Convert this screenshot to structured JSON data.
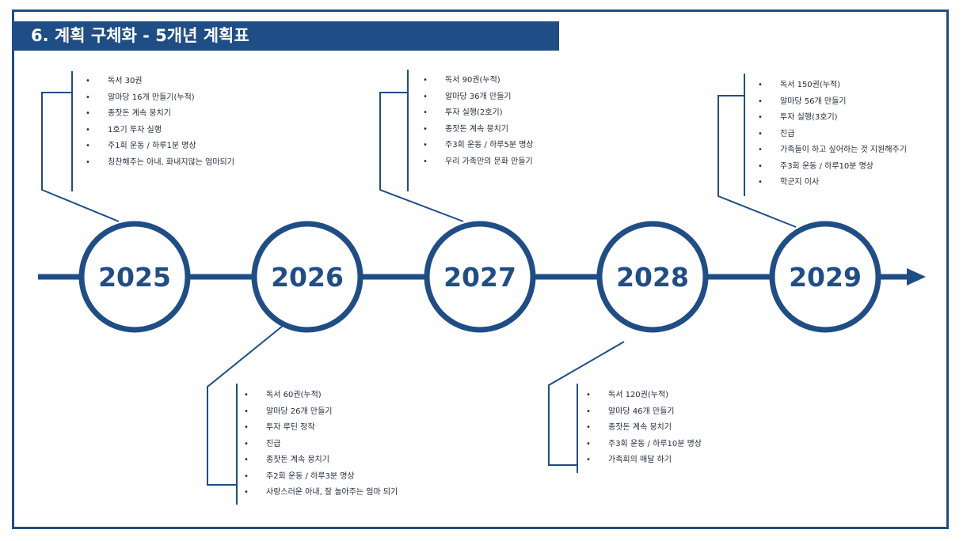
{
  "title": "6. 계획 구체화 - 5개년 계획표",
  "colors": {
    "primary": "#1f4d86",
    "text": "#1f2a3a",
    "background": "#ffffff"
  },
  "icons": {
    "arrow": "arrow-right-icon",
    "bullet": "bullet-icon"
  },
  "years": [
    {
      "label": "2025",
      "items": [
        "독서 30권",
        "알마당 16개 만들기(누적)",
        "종잣돈 계속 뭉치기",
        "1호기 투자 실행",
        "주1회 운동 / 하루1분 명상",
        "칭찬해주는 아내, 화내지않는 엄마되기"
      ]
    },
    {
      "label": "2026",
      "items": [
        "독서 60권(누적)",
        "알마당 26개 만들기",
        "투자 루틴 정착",
        "진급",
        "종잣돈 계속 뭉치기",
        "주2회 운동 / 하루3분 명상",
        "사랑스러운 아내, 잘 놀아주는 엄마 되기"
      ]
    },
    {
      "label": "2027",
      "items": [
        "독서 90권(누적)",
        "알마당 36개 만들기",
        "투자 실행(2호기)",
        "종잣돈 계속 뭉치기",
        "주3회 운동 / 하루5분 명상",
        "우리 가족만의 문화 만들기"
      ]
    },
    {
      "label": "2028",
      "items": [
        "독서 120권(누적)",
        "알마당 46개 만들기",
        "종잣돈 계속 뭉치기",
        "주3회 운동 / 하루10분 명상",
        "가족회의 매달 하기"
      ]
    },
    {
      "label": "2029",
      "items": [
        "독서 150권(누적)",
        "알마당 56개 만들기",
        "투자 실행(3호기)",
        "진급",
        "가족들이 하고 싶어하는 것 지원해주기",
        "주3회 운동 / 하루10분 명상",
        "학군지 이사"
      ]
    }
  ]
}
